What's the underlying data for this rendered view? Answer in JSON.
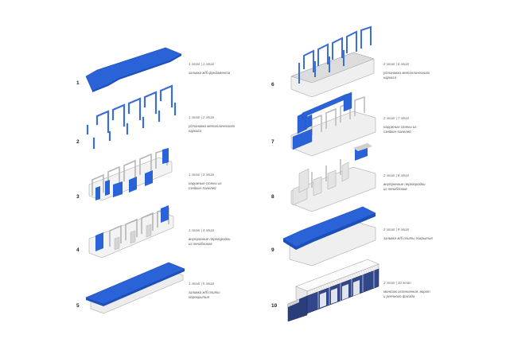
{
  "steps": [
    {
      "num": "1",
      "title": "1 этап | 1 этап",
      "desc": "заливка ж/б фундамента"
    },
    {
      "num": "2",
      "title": "1 этап | 2 этап",
      "desc": "установка металлического\nкаркаса"
    },
    {
      "num": "3",
      "title": "1 этап | 3 этап",
      "desc": "наружные стены из\nсэндвич-панелей"
    },
    {
      "num": "4",
      "title": "1 этап | 4 этап",
      "desc": "внутренние перегородки\nиз пеноблоков"
    },
    {
      "num": "5",
      "title": "1 этап | 5 этап",
      "desc": "заливка ж/б плиты\nперекрытия"
    },
    {
      "num": "6",
      "title": "2 этап | 6 этап",
      "desc": "установка металлического\nкаркаса"
    },
    {
      "num": "7",
      "title": "2 этап | 7 этап",
      "desc": "наружные стены из\nсэндвич-панелей"
    },
    {
      "num": "8",
      "title": "2 этап | 8 этап",
      "desc": "внутренние перегородки\nиз пеноблоков"
    },
    {
      "num": "9",
      "title": "2 этап | 9 этап",
      "desc": "заливка ж/б плиты покрытия"
    },
    {
      "num": "10",
      "title": "2 этап | 10 этап",
      "desc": "монтаж остекления, ворот\nи реечного фасада"
    }
  ],
  "colors": {
    "accent_blue": "#2a62d8",
    "frame_blue": "#3a6fd9",
    "wall_light": "#f1f1f1",
    "wall_mid": "#dedede",
    "wall_dark": "#c8c8c8",
    "outline": "#9a9a9a",
    "glass_dark": "#2b3e7a"
  }
}
